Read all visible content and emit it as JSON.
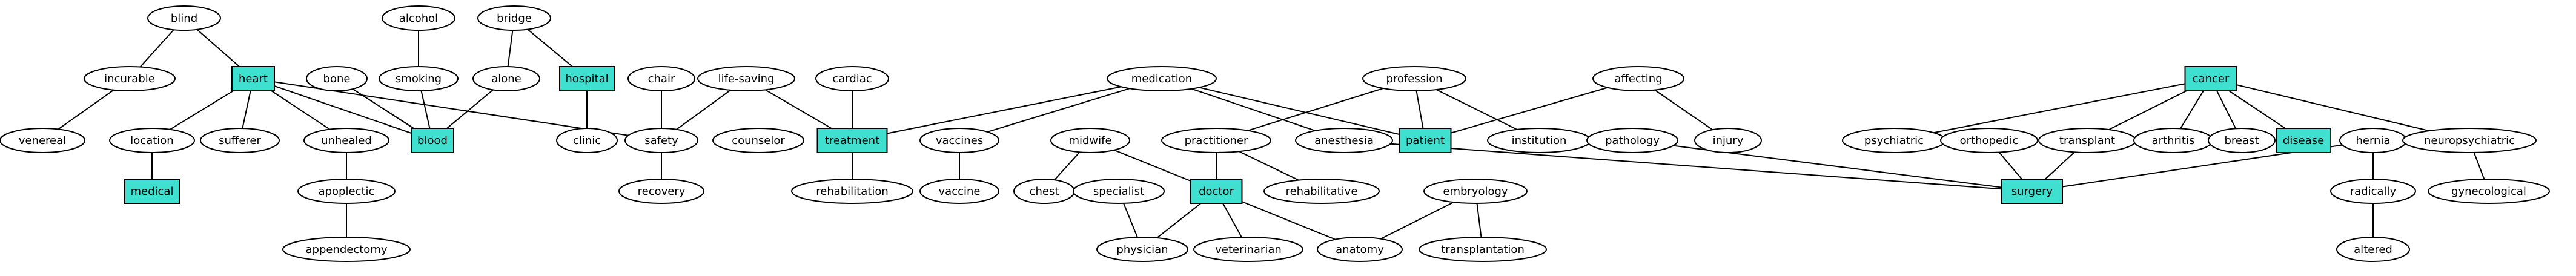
{
  "colors": {
    "highlight_fill": "#40e0d0",
    "stroke": "#000000",
    "background": "#ffffff"
  },
  "nodes": [
    {
      "id": "blind",
      "label": "blind",
      "shape": "ellipse"
    },
    {
      "id": "incurable",
      "label": "incurable",
      "shape": "ellipse"
    },
    {
      "id": "heart",
      "label": "heart",
      "shape": "box"
    },
    {
      "id": "venereal",
      "label": "venereal",
      "shape": "ellipse"
    },
    {
      "id": "location",
      "label": "location",
      "shape": "ellipse"
    },
    {
      "id": "sufferer",
      "label": "sufferer",
      "shape": "ellipse"
    },
    {
      "id": "unhealed",
      "label": "unhealed",
      "shape": "ellipse"
    },
    {
      "id": "medical",
      "label": "medical",
      "shape": "box"
    },
    {
      "id": "apoplectic",
      "label": "apoplectic",
      "shape": "ellipse"
    },
    {
      "id": "appendectomy",
      "label": "appendectomy",
      "shape": "ellipse"
    },
    {
      "id": "alcohol",
      "label": "alcohol",
      "shape": "ellipse"
    },
    {
      "id": "bone",
      "label": "bone",
      "shape": "ellipse"
    },
    {
      "id": "smoking",
      "label": "smoking",
      "shape": "ellipse"
    },
    {
      "id": "blood",
      "label": "blood",
      "shape": "box"
    },
    {
      "id": "bridge",
      "label": "bridge",
      "shape": "ellipse"
    },
    {
      "id": "alone",
      "label": "alone",
      "shape": "ellipse"
    },
    {
      "id": "hospital",
      "label": "hospital",
      "shape": "box"
    },
    {
      "id": "clinic",
      "label": "clinic",
      "shape": "ellipse"
    },
    {
      "id": "chair",
      "label": "chair",
      "shape": "ellipse"
    },
    {
      "id": "lifesaving",
      "label": "life-saving",
      "shape": "ellipse"
    },
    {
      "id": "safety",
      "label": "safety",
      "shape": "ellipse"
    },
    {
      "id": "counselor",
      "label": "counselor",
      "shape": "ellipse"
    },
    {
      "id": "recovery",
      "label": "recovery",
      "shape": "ellipse"
    },
    {
      "id": "cardiac",
      "label": "cardiac",
      "shape": "ellipse"
    },
    {
      "id": "treatment",
      "label": "treatment",
      "shape": "box"
    },
    {
      "id": "rehabilitation",
      "label": "rehabilitation",
      "shape": "ellipse"
    },
    {
      "id": "medication",
      "label": "medication",
      "shape": "ellipse"
    },
    {
      "id": "vaccines",
      "label": "vaccines",
      "shape": "ellipse"
    },
    {
      "id": "vaccine",
      "label": "vaccine",
      "shape": "ellipse"
    },
    {
      "id": "midwife",
      "label": "midwife",
      "shape": "ellipse"
    },
    {
      "id": "chest",
      "label": "chest",
      "shape": "ellipse"
    },
    {
      "id": "practitioner",
      "label": "practitioner",
      "shape": "ellipse"
    },
    {
      "id": "rehabilitative",
      "label": "rehabilitative",
      "shape": "ellipse"
    },
    {
      "id": "specialist",
      "label": "specialist",
      "shape": "ellipse"
    },
    {
      "id": "doctor",
      "label": "doctor",
      "shape": "box"
    },
    {
      "id": "physician",
      "label": "physician",
      "shape": "ellipse"
    },
    {
      "id": "veterinarian",
      "label": "veterinarian",
      "shape": "ellipse"
    },
    {
      "id": "anatomy",
      "label": "anatomy",
      "shape": "ellipse"
    },
    {
      "id": "anesthesia",
      "label": "anesthesia",
      "shape": "ellipse"
    },
    {
      "id": "embryology",
      "label": "embryology",
      "shape": "ellipse"
    },
    {
      "id": "transplantation",
      "label": "transplantation",
      "shape": "ellipse"
    },
    {
      "id": "profession",
      "label": "profession",
      "shape": "ellipse"
    },
    {
      "id": "patient",
      "label": "patient",
      "shape": "box"
    },
    {
      "id": "institution",
      "label": "institution",
      "shape": "ellipse"
    },
    {
      "id": "affecting",
      "label": "affecting",
      "shape": "ellipse"
    },
    {
      "id": "injury",
      "label": "injury",
      "shape": "ellipse"
    },
    {
      "id": "pathology",
      "label": "pathology",
      "shape": "ellipse"
    },
    {
      "id": "cancer",
      "label": "cancer",
      "shape": "box"
    },
    {
      "id": "psychiatric",
      "label": "psychiatric",
      "shape": "ellipse"
    },
    {
      "id": "orthopedic",
      "label": "orthopedic",
      "shape": "ellipse"
    },
    {
      "id": "transplant",
      "label": "transplant",
      "shape": "ellipse"
    },
    {
      "id": "arthritis",
      "label": "arthritis",
      "shape": "ellipse"
    },
    {
      "id": "breast",
      "label": "breast",
      "shape": "ellipse"
    },
    {
      "id": "disease",
      "label": "disease",
      "shape": "box"
    },
    {
      "id": "hernia",
      "label": "hernia",
      "shape": "ellipse"
    },
    {
      "id": "neuropsychiatric",
      "label": "neuropsychiatric",
      "shape": "ellipse"
    },
    {
      "id": "surgery",
      "label": "surgery",
      "shape": "box"
    },
    {
      "id": "radically",
      "label": "radically",
      "shape": "ellipse"
    },
    {
      "id": "gynecological",
      "label": "gynecological",
      "shape": "ellipse"
    },
    {
      "id": "altered",
      "label": "altered",
      "shape": "ellipse"
    }
  ],
  "edges": [
    [
      "blind",
      "incurable"
    ],
    [
      "blind",
      "heart"
    ],
    [
      "incurable",
      "venereal"
    ],
    [
      "heart",
      "location"
    ],
    [
      "heart",
      "sufferer"
    ],
    [
      "heart",
      "unhealed"
    ],
    [
      "heart",
      "blood"
    ],
    [
      "heart",
      "safety"
    ],
    [
      "location",
      "medical"
    ],
    [
      "unhealed",
      "apoplectic"
    ],
    [
      "apoplectic",
      "appendectomy"
    ],
    [
      "alcohol",
      "smoking"
    ],
    [
      "smoking",
      "blood"
    ],
    [
      "bone",
      "blood"
    ],
    [
      "bridge",
      "alone"
    ],
    [
      "bridge",
      "hospital"
    ],
    [
      "alone",
      "blood"
    ],
    [
      "hospital",
      "clinic"
    ],
    [
      "chair",
      "safety"
    ],
    [
      "lifesaving",
      "safety"
    ],
    [
      "lifesaving",
      "treatment"
    ],
    [
      "safety",
      "recovery"
    ],
    [
      "cardiac",
      "treatment"
    ],
    [
      "treatment",
      "rehabilitation"
    ],
    [
      "medication",
      "treatment"
    ],
    [
      "medication",
      "vaccines"
    ],
    [
      "medication",
      "patient"
    ],
    [
      "medication",
      "anesthesia"
    ],
    [
      "vaccines",
      "vaccine"
    ],
    [
      "midwife",
      "chest"
    ],
    [
      "midwife",
      "doctor"
    ],
    [
      "practitioner",
      "doctor"
    ],
    [
      "practitioner",
      "rehabilitative"
    ],
    [
      "specialist",
      "physician"
    ],
    [
      "doctor",
      "physician"
    ],
    [
      "doctor",
      "veterinarian"
    ],
    [
      "doctor",
      "anatomy"
    ],
    [
      "embryology",
      "anatomy"
    ],
    [
      "embryology",
      "transplantation"
    ],
    [
      "profession",
      "practitioner"
    ],
    [
      "profession",
      "patient"
    ],
    [
      "profession",
      "institution"
    ],
    [
      "affecting",
      "patient"
    ],
    [
      "affecting",
      "injury"
    ],
    [
      "anesthesia",
      "surgery"
    ],
    [
      "pathology",
      "surgery"
    ],
    [
      "orthopedic",
      "surgery"
    ],
    [
      "transplant",
      "surgery"
    ],
    [
      "hernia",
      "surgery"
    ],
    [
      "hernia",
      "radically"
    ],
    [
      "radically",
      "altered"
    ],
    [
      "cancer",
      "psychiatric"
    ],
    [
      "cancer",
      "transplant"
    ],
    [
      "cancer",
      "arthritis"
    ],
    [
      "cancer",
      "breast"
    ],
    [
      "cancer",
      "disease"
    ],
    [
      "cancer",
      "neuropsychiatric"
    ],
    [
      "neuropsychiatric",
      "gynecological"
    ]
  ]
}
